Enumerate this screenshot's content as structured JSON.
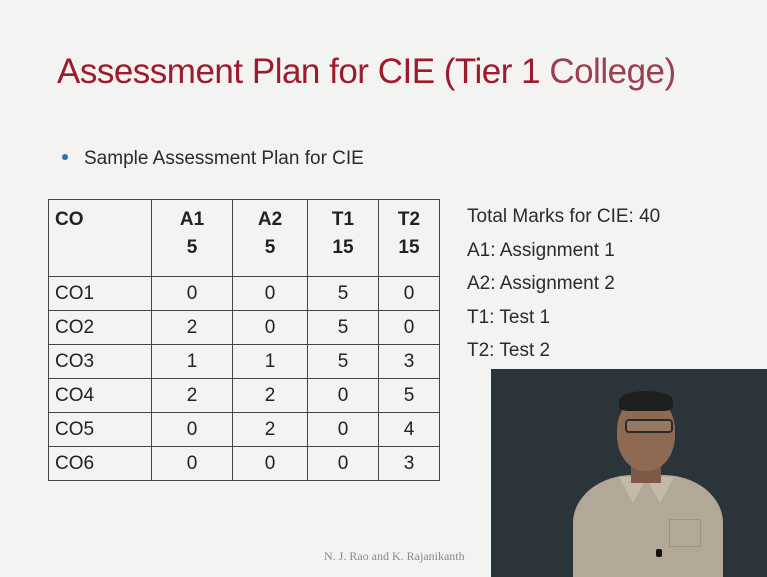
{
  "slide": {
    "title_main": "Assessment Plan for CIE (Tier 1 ",
    "title_accent": "College)",
    "bullet": "Sample Assessment Plan for CIE",
    "table": {
      "header": [
        {
          "code": "CO",
          "marks": ""
        },
        {
          "code": "A1",
          "marks": "5"
        },
        {
          "code": "A2",
          "marks": "5"
        },
        {
          "code": "T1",
          "marks": "15"
        },
        {
          "code": "T2",
          "marks": "15"
        }
      ],
      "rows": [
        {
          "co": "CO1",
          "a1": "0",
          "a2": "0",
          "t1": "5",
          "t2": "0"
        },
        {
          "co": "CO2",
          "a1": "2",
          "a2": "0",
          "t1": "5",
          "t2": "0"
        },
        {
          "co": "CO3",
          "a1": "1",
          "a2": "1",
          "t1": "5",
          "t2": "3"
        },
        {
          "co": "CO4",
          "a1": "2",
          "a2": "2",
          "t1": "0",
          "t2": "5"
        },
        {
          "co": "CO5",
          "a1": "0",
          "a2": "2",
          "t1": "0",
          "t2": "4"
        },
        {
          "co": "CO6",
          "a1": "0",
          "a2": "0",
          "t1": "0",
          "t2": "3"
        }
      ]
    },
    "notes": [
      "Total Marks for CIE: 40",
      "A1: Assignment 1",
      "A2: Assignment 2",
      "T1: Test 1",
      "T2: Test 2"
    ],
    "credit": "N. J. Rao and K. Rajanikanth"
  },
  "colors": {
    "title": "#9e1b2c",
    "bullet": "#2f6eae",
    "background": "#f3f3f2"
  }
}
